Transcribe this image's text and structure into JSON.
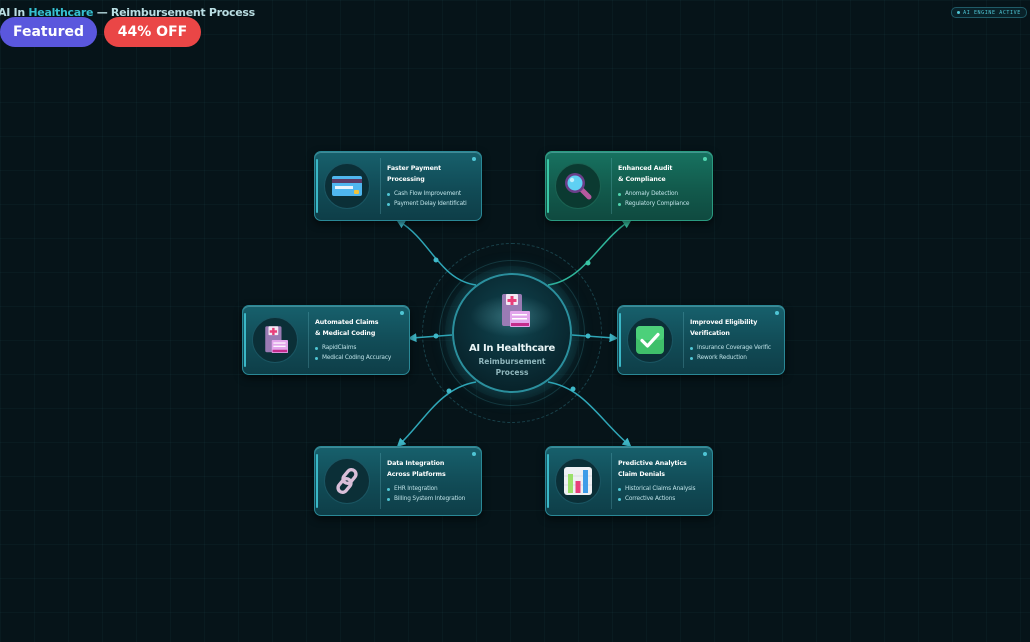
{
  "header": {
    "title_prefix": "AI In ",
    "title_accent": "Healthcare",
    "title_suffix": " — Reimbursement Process",
    "badges": {
      "featured": "Featured",
      "discount": "44% OFF"
    },
    "status_pill": "AI ENGINE ACTIVE"
  },
  "colors": {
    "background": "#061419",
    "accent_cyan": "#35c0d0",
    "accent_green": "#3ac6a4",
    "featured_badge": "#5a57dd",
    "discount_badge": "#ea4646"
  },
  "hub": {
    "title": "AI In Healthcare",
    "subtitle_line1": "Reimbursement",
    "subtitle_line2": "Process",
    "icon": "hospital-building-icon"
  },
  "nodes": [
    {
      "id": "faster-payment",
      "title_line1": "Faster Payment",
      "title_line2": "Processing",
      "icon": "credit-card-icon",
      "items": [
        "Cash Flow Improvement",
        "Payment Delay Identificati"
      ]
    },
    {
      "id": "enhanced-audit",
      "title_line1": "Enhanced Audit",
      "title_line2": "& Compliance",
      "icon": "magnifying-glass-icon",
      "items": [
        "Anomaly Detection",
        "Regulatory Compliance"
      ]
    },
    {
      "id": "automated-claims",
      "title_line1": "Automated Claims",
      "title_line2": "& Medical Coding",
      "icon": "hospital-building-icon",
      "items": [
        "RapidClaims",
        "Medical Coding Accuracy"
      ]
    },
    {
      "id": "eligibility",
      "title_line1": "Improved Eligibility",
      "title_line2": "Verification",
      "icon": "check-mark-icon",
      "items": [
        "Insurance Coverage Verific",
        "Rework Reduction"
      ]
    },
    {
      "id": "data-integration",
      "title_line1": "Data Integration",
      "title_line2": "Across Platforms",
      "icon": "chain-link-icon",
      "items": [
        "EHR Integration",
        "Billing System Integration"
      ]
    },
    {
      "id": "predictive",
      "title_line1": "Predictive Analytics",
      "title_line2": "Claim Denials",
      "icon": "bar-chart-icon",
      "items": [
        "Historical Claims Analysis",
        "Corrective Actions"
      ]
    }
  ]
}
